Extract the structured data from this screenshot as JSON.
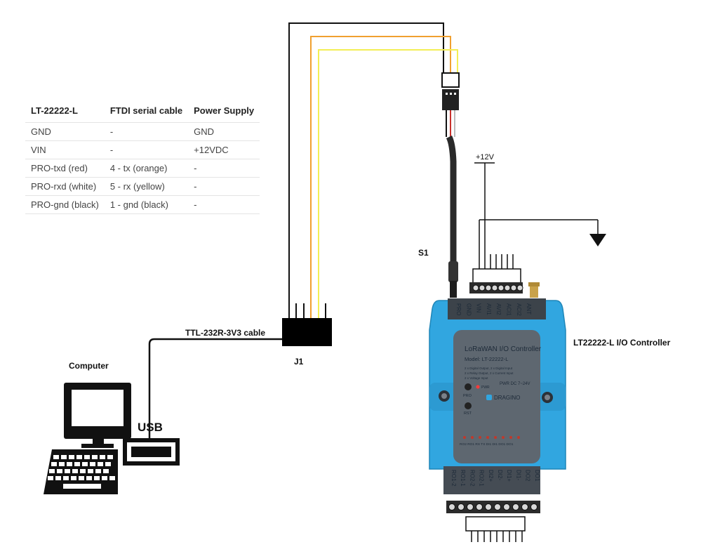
{
  "table": {
    "headers": [
      "LT-22222-L",
      "FTDI serial cable",
      "Power Supply"
    ],
    "rows": [
      [
        "GND",
        "-",
        "GND"
      ],
      [
        "VIN",
        "-",
        "+12VDC"
      ],
      [
        "PRO-txd (red)",
        "4 - tx (orange)",
        "-"
      ],
      [
        "PRO-rxd (white)",
        "5 - rx (yellow)",
        "-"
      ],
      [
        "PRO-gnd (black)",
        "1 - gnd (black)",
        "-"
      ]
    ]
  },
  "labels": {
    "cable": "TTL-232R-3V3 cable",
    "j1": "J1",
    "s1": "S1",
    "computer": "Computer",
    "usb": "USB",
    "power": "+12V",
    "controller": "LT22222-L I/O Controller"
  },
  "device": {
    "title": "LoRaWAN I/O Controller",
    "model": "Model: LT-22222-L",
    "spec_lines": [
      "2 x Digital Output, 2 x Digital Input",
      "2 x Relay Output, 2 x Current Input",
      "2 x Voltage Input"
    ],
    "pwr_spec": "PWR DC 7~24V",
    "pwr_led": "PWR",
    "pro": "PRO",
    "rst": "RST",
    "brand": "DRAGINO",
    "led_labels": "RO2 RO1 RX  TX  DI1 DI1 DO1 DO1",
    "top_terminals": [
      "PRO",
      "GND",
      "VIN",
      "AVI1",
      "AVI2",
      "ACI1",
      "ACI2",
      "ANT"
    ],
    "bottom_terminals": [
      "RO1-2",
      "RO1-1",
      "RO2-2",
      "RO2-1",
      "DI2+",
      "DI2-",
      "DI1+",
      "DI1-",
      "DO2",
      "DO1"
    ]
  },
  "colors": {
    "orange_wire": "#f0a030",
    "yellow_wire": "#f3ee55",
    "device_body": "#31a6e0",
    "device_panel": "#5e6770"
  }
}
